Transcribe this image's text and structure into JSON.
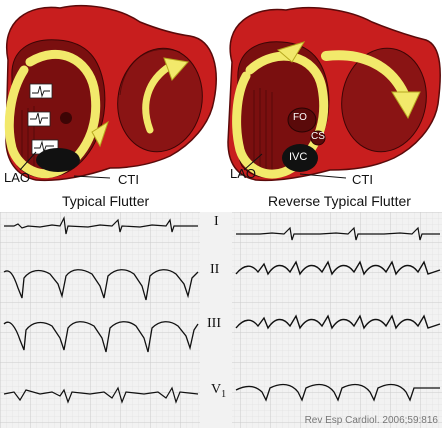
{
  "diagram": {
    "left_heart": {
      "view_label": "LAO",
      "cti_label": "CTI",
      "caption": "Typical Flutter"
    },
    "right_heart": {
      "view_label": "LAO",
      "cti_label": "CTI",
      "caption": "Reverse Typical Flutter",
      "structures": {
        "fo": "FO",
        "cs": "CS",
        "ivc": "IVC"
      }
    }
  },
  "ecg": {
    "leads": [
      {
        "id": "lead-I",
        "label": "I"
      },
      {
        "id": "lead-II",
        "label": "II"
      },
      {
        "id": "lead-III",
        "label": "III"
      },
      {
        "id": "lead-V1",
        "label": "V",
        "sub": "1"
      }
    ],
    "credit": "Rev Esp Cardiol. 2006;59:816"
  },
  "colors": {
    "heart_outer": "#c81e1e",
    "heart_inner": "#7a0f0f",
    "arrow": "#f2e96b",
    "arrow_edge": "#b7a81f",
    "grid": "#c9c9c9"
  }
}
